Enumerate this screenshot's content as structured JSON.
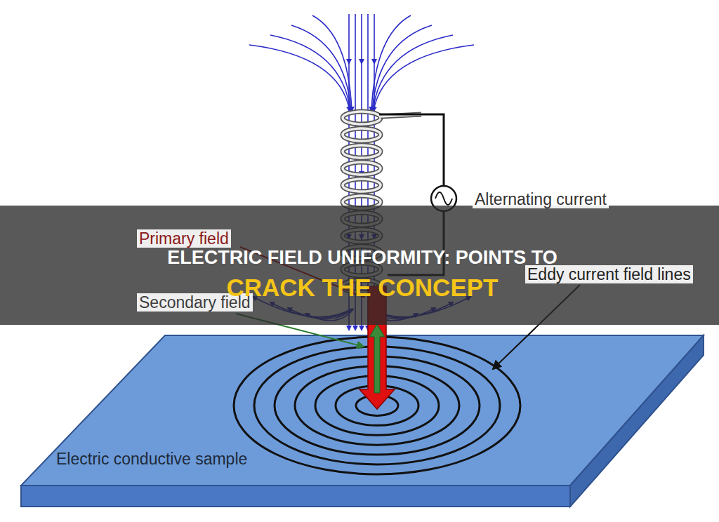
{
  "diagram": {
    "labels": [
      "Alternating current",
      "Primary field",
      "Eddy current field lines",
      "Secondary field",
      "Electric conductive sample",
      "ELECTRIC FIELD UNIFORMITY: POINTS TO",
      "CRACK THE CONCEPT"
    ]
  }
}
